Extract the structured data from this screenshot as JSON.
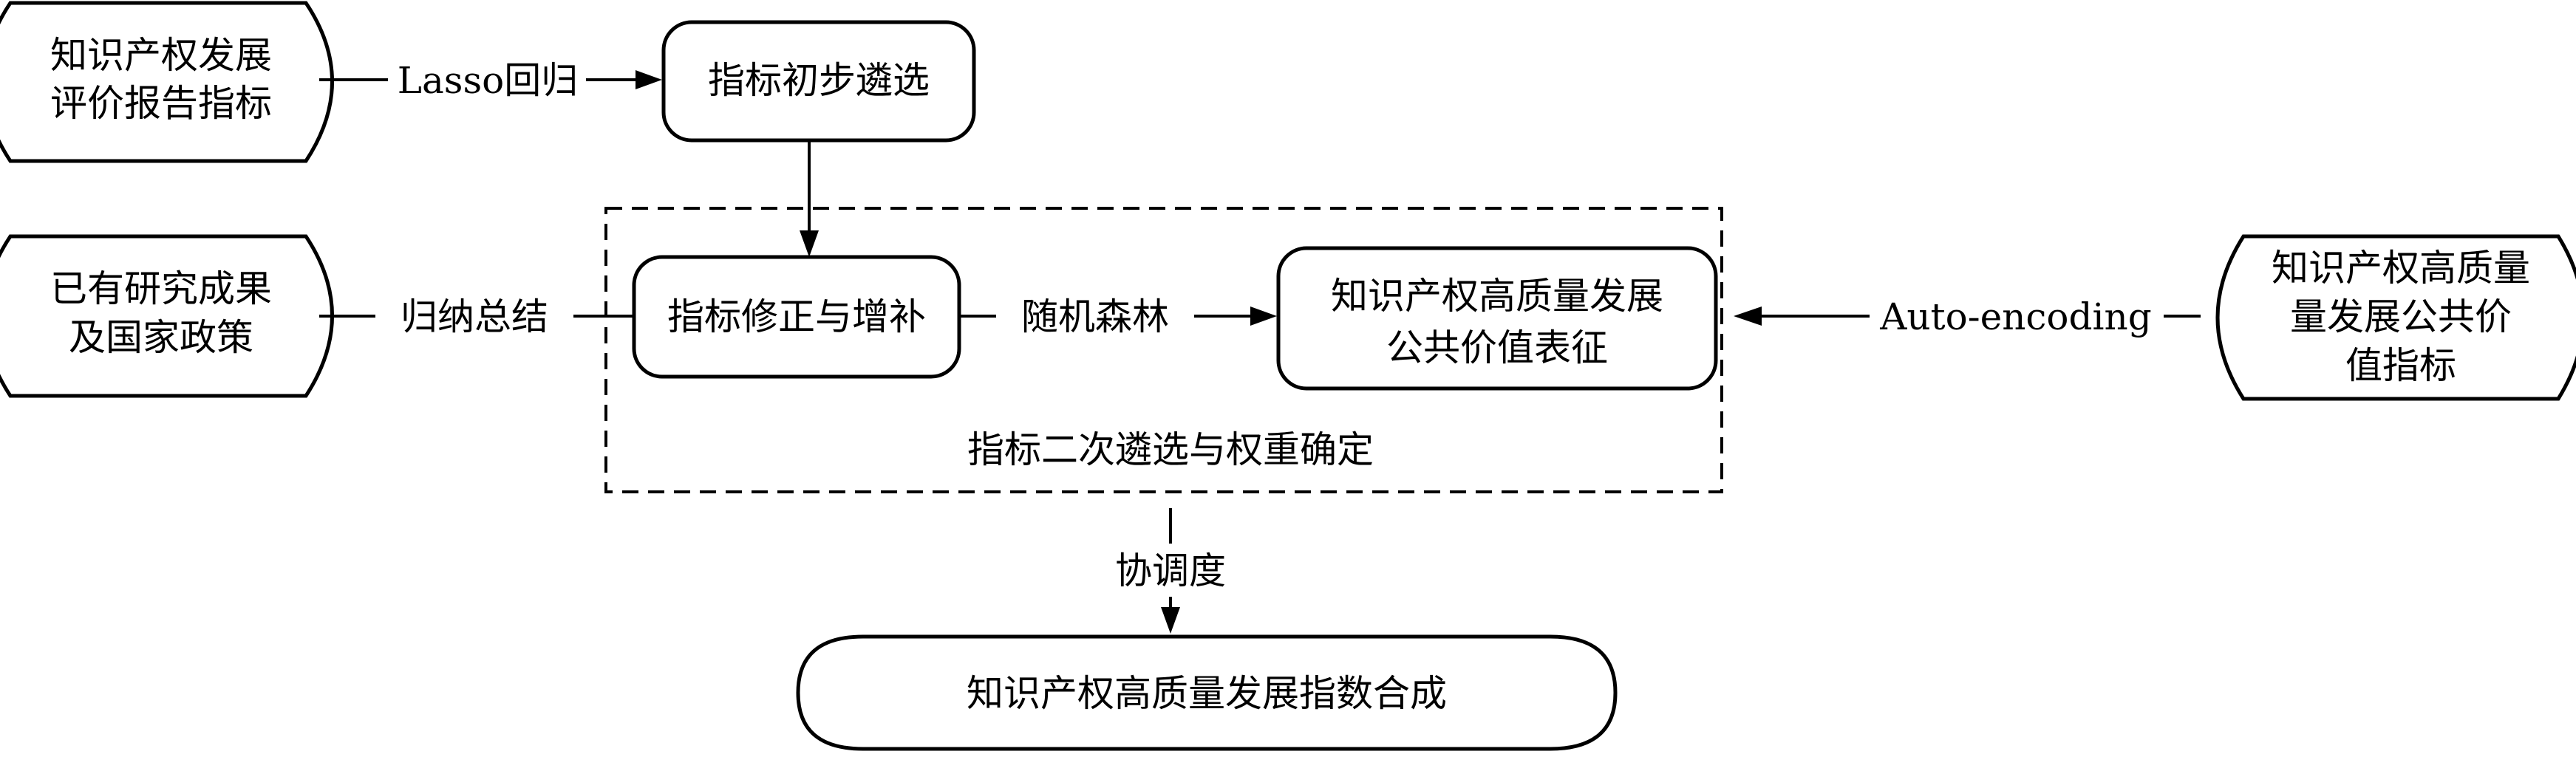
{
  "nodes": {
    "ip_report_indicators": {
      "line1": "知识产权发展",
      "line2": "评价报告指标"
    },
    "initial_screening": {
      "label": "指标初步遴选"
    },
    "existing_research": {
      "line1": "已有研究成果",
      "line2": "及国家政策"
    },
    "revision_supplement": {
      "label": "指标修正与增补"
    },
    "public_value_characterization": {
      "line1": "知识产权高质量发展",
      "line2": "公共价值表征"
    },
    "public_value_indicators": {
      "line1": "知识产权高质量",
      "line2": "量发展公共价",
      "line3": "值指标"
    },
    "index_synthesis": {
      "label": "知识产权高质量发展指数合成"
    }
  },
  "group": {
    "label": "指标二次遴选与权重确定"
  },
  "edges": {
    "lasso": "Lasso回归",
    "induction": "归纳总结",
    "random_forest": "随机森林",
    "autoencoding": "Auto-encoding",
    "coordination": "协调度"
  }
}
